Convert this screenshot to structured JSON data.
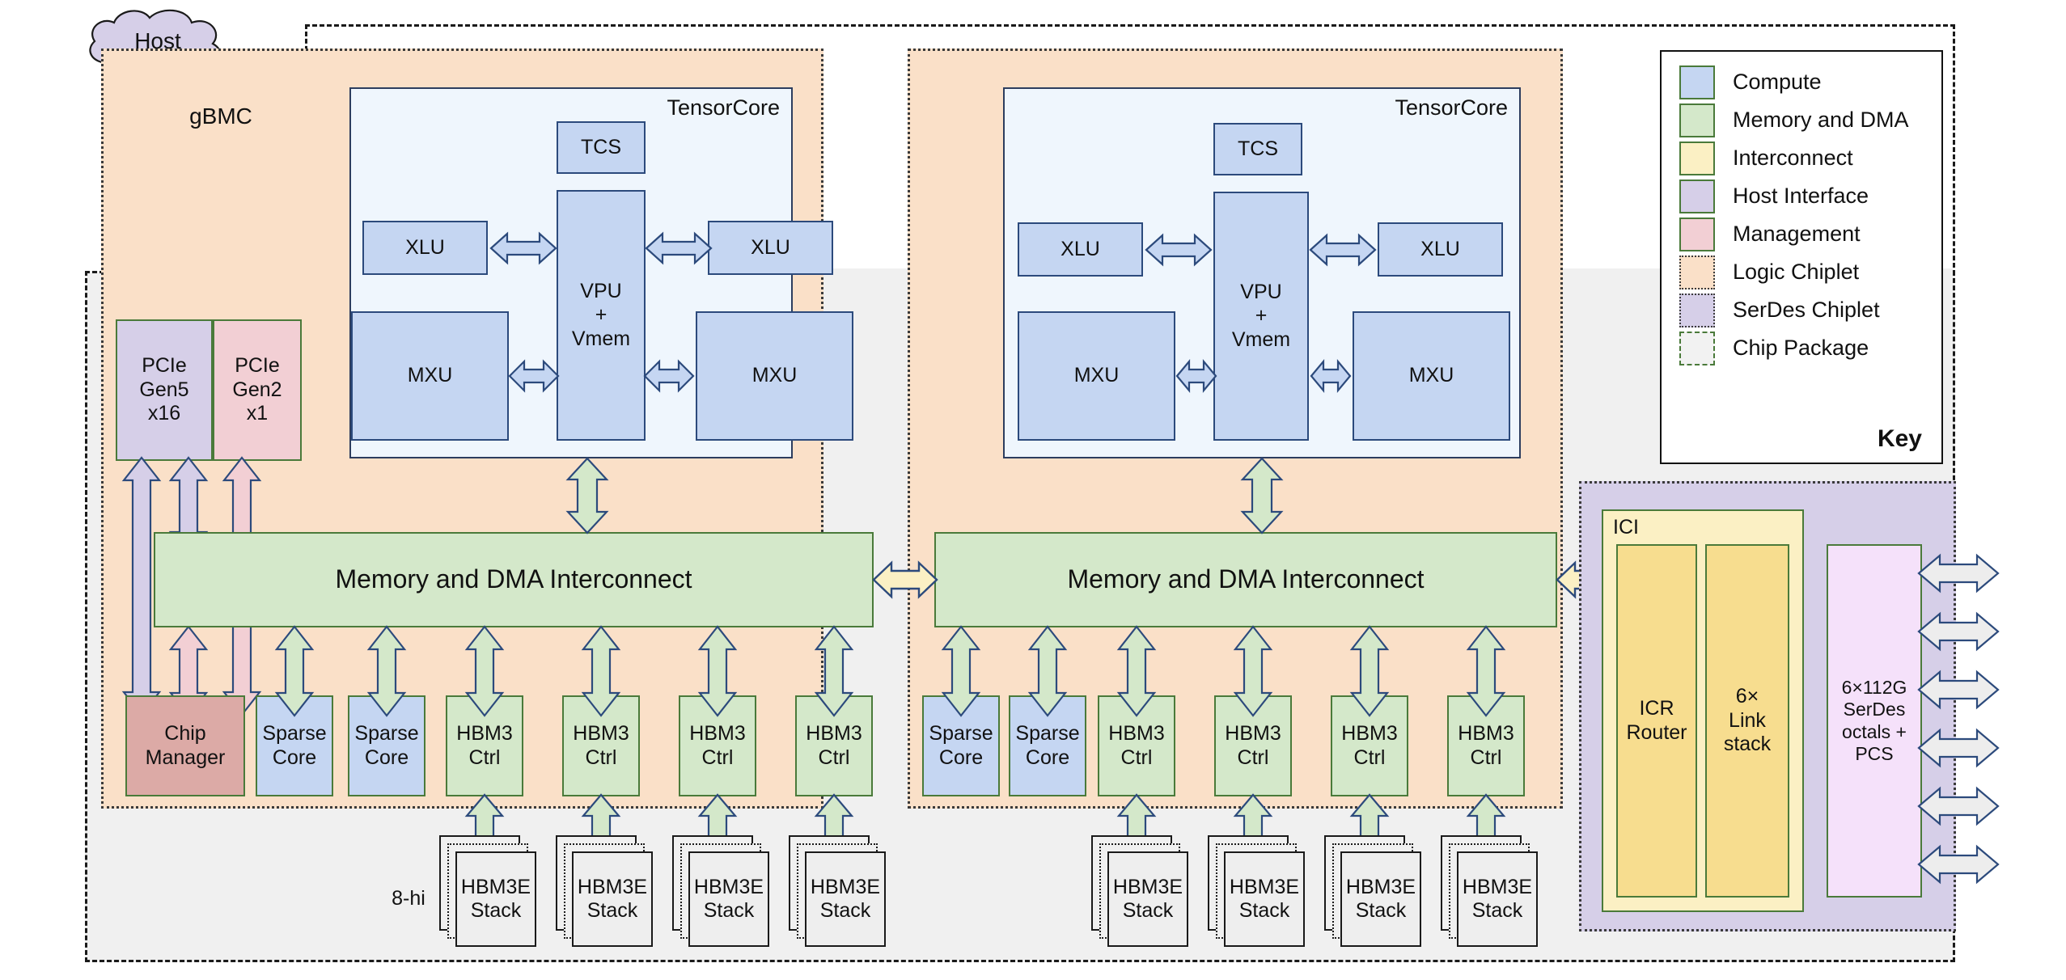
{
  "diagram": {
    "title": "TPU chip package block diagram",
    "external": {
      "host": "Host",
      "gbmc": "gBMC"
    },
    "labels": {
      "hbm_stack_height": "8-hi"
    },
    "chiplets": [
      {
        "kind": "logic",
        "tensorcore": {
          "title": "TensorCore",
          "tcs": "TCS",
          "vpu": "VPU\n+\nVmem",
          "xlu_left": "XLU",
          "xlu_right": "XLU",
          "mxu_left": "MXU",
          "mxu_right": "MXU"
        },
        "interconnect_bar": "Memory and DMA Interconnect",
        "host_blocks": [
          {
            "label": "PCIe\nGen5\nx16",
            "type": "host-interface"
          },
          {
            "label": "PCIe\nGen2\nx1",
            "type": "management"
          }
        ],
        "bottom_row": [
          {
            "label": "Chip\nManager",
            "type": "management"
          },
          {
            "label": "Sparse\nCore",
            "type": "compute"
          },
          {
            "label": "Sparse\nCore",
            "type": "compute"
          },
          {
            "label": "HBM3\nCtrl",
            "type": "memory"
          },
          {
            "label": "HBM3\nCtrl",
            "type": "memory"
          },
          {
            "label": "HBM3\nCtrl",
            "type": "memory"
          },
          {
            "label": "HBM3\nCtrl",
            "type": "memory"
          }
        ],
        "stacks": [
          "HBM3E\nStack",
          "HBM3E\nStack",
          "HBM3E\nStack",
          "HBM3E\nStack"
        ]
      },
      {
        "kind": "logic",
        "tensorcore": {
          "title": "TensorCore",
          "tcs": "TCS",
          "vpu": "VPU\n+\nVmem",
          "xlu_left": "XLU",
          "xlu_right": "XLU",
          "mxu_left": "MXU",
          "mxu_right": "MXU"
        },
        "interconnect_bar": "Memory and DMA Interconnect",
        "host_blocks": [],
        "bottom_row": [
          {
            "label": "Sparse\nCore",
            "type": "compute"
          },
          {
            "label": "Sparse\nCore",
            "type": "compute"
          },
          {
            "label": "HBM3\nCtrl",
            "type": "memory"
          },
          {
            "label": "HBM3\nCtrl",
            "type": "memory"
          },
          {
            "label": "HBM3\nCtrl",
            "type": "memory"
          },
          {
            "label": "HBM3\nCtrl",
            "type": "memory"
          }
        ],
        "stacks": [
          "HBM3E\nStack",
          "HBM3E\nStack",
          "HBM3E\nStack",
          "HBM3E\nStack"
        ]
      }
    ],
    "serdes_chiplet": {
      "ici_title": "ICI",
      "icr_router": "ICR\nRouter",
      "link_stack": "6×\nLink\nstack",
      "serdes": "6×112G\nSerDes\noctals +\nPCS",
      "external_link_count": 6
    },
    "key": {
      "title": "Key",
      "items": [
        {
          "label": "Compute",
          "color": "#c5d6f2",
          "style": "solid"
        },
        {
          "label": "Memory and DMA",
          "color": "#d4e8ca",
          "style": "solid"
        },
        {
          "label": "Interconnect",
          "color": "#fbf0c4",
          "style": "solid"
        },
        {
          "label": "Host Interface",
          "color": "#d6cfe8",
          "style": "solid"
        },
        {
          "label": "Management",
          "color": "#f2cfd4",
          "style": "solid"
        },
        {
          "label": "Logic Chiplet",
          "color": "#fae0c8",
          "style": "dotted"
        },
        {
          "label": "SerDes Chiplet",
          "color": "#d6cfe8",
          "style": "dotted"
        },
        {
          "label": "Chip Package",
          "color": "#f2f2f2",
          "style": "dashed"
        }
      ]
    }
  }
}
